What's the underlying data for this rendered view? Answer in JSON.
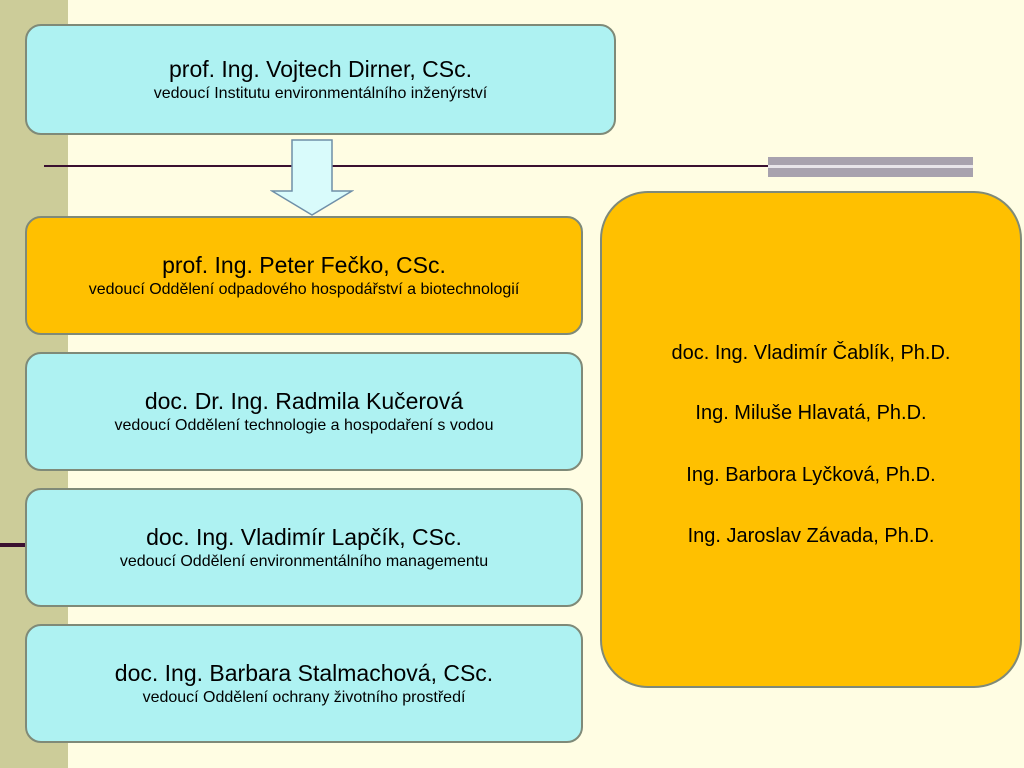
{
  "head": {
    "name": "prof. Ing. Vojtech Dirner, CSc.",
    "role": "vedoucí Institutu environmentálního inženýrství"
  },
  "departments": [
    {
      "name": "prof. Ing. Peter Fečko, CSc.",
      "role": "vedoucí Oddělení odpadového hospodářství a biotechnologií",
      "color": "#ffc000"
    },
    {
      "name": "doc. Dr. Ing. Radmila Kučerová",
      "role": "vedoucí Oddělení technologie a hospodaření s vodou",
      "color": "#aef2f2"
    },
    {
      "name": "doc. Ing. Vladimír Lapčík, CSc.",
      "role": "vedoucí Oddělení environmentálního managementu",
      "color": "#aef2f2"
    },
    {
      "name": "doc. Ing. Barbara Stalmachová, CSc.",
      "role": "vedoucí Oddělení ochrany životního prostředí",
      "color": "#aef2f2"
    }
  ],
  "staff": [
    "doc. Ing. Vladimír Čablík, Ph.D.",
    "Ing. Miluše Hlavatá, Ph.D.",
    "Ing. Barbora Lyčková, Ph.D.",
    "Ing. Jaroslav Závada, Ph.D."
  ],
  "colors": {
    "cyan": "#aef2f2",
    "gold": "#ffc000",
    "band": "#cccc99",
    "rule": "#3a1030"
  }
}
